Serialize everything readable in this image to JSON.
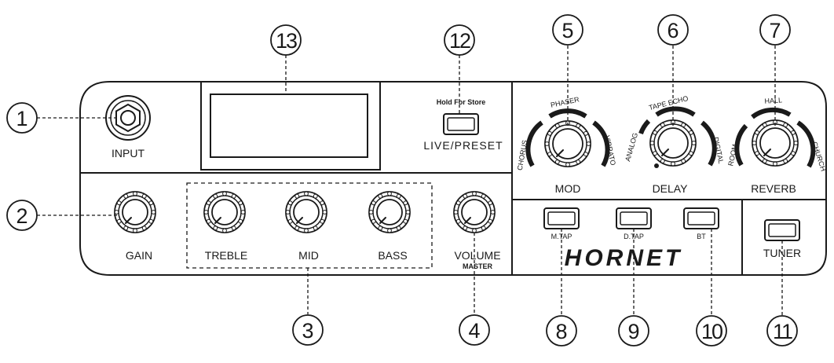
{
  "callouts": [
    "1",
    "2",
    "3",
    "4",
    "5",
    "6",
    "7",
    "8",
    "9",
    "10",
    "11",
    "12",
    "13"
  ],
  "labels": {
    "input": "INPUT",
    "hold_for_store": "Hold For Store",
    "live_preset": "LIVE/PRESET",
    "gain": "GAIN",
    "treble": "TREBLE",
    "mid": "MID",
    "bass": "BASS",
    "volume": "VOLUME",
    "master": "MASTER",
    "mod": "MOD",
    "delay": "DELAY",
    "reverb": "REVERB",
    "m_tap": "M.TAP",
    "d_tap": "D.TAP",
    "bt": "BT",
    "tuner": "TUNER",
    "brand": "HORNET"
  },
  "mod_modes": [
    "CHORUS",
    "PHASER",
    "VIBRATO"
  ],
  "delay_modes": [
    "ANALOG",
    "TAPE ECHO",
    "DIGITAL"
  ],
  "reverb_modes": [
    "ROOM",
    "HALL",
    "CHURCH"
  ]
}
